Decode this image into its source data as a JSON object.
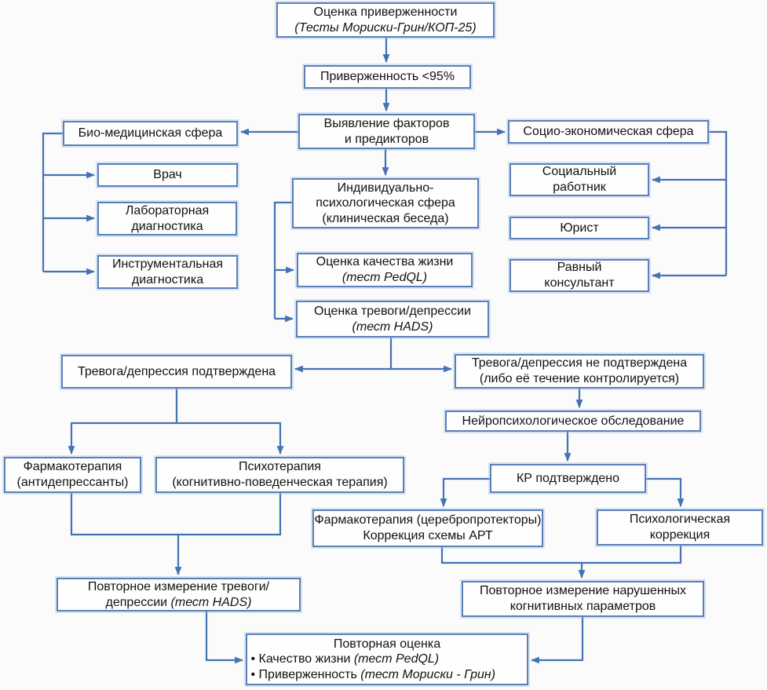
{
  "diagram": {
    "language": "ru",
    "colors": {
      "connector_blue": "#4472b4",
      "box_border_blue": "#5a80b8",
      "box_fill": "#fefefe",
      "text": "#111111",
      "background": "#fbfbfb"
    },
    "nodes": {
      "assess": {
        "line1": "Оценка приверженности",
        "line2": "(Тесты Мориски-Грин/КОП-25)"
      },
      "lt95": {
        "text": "Приверженность <95%"
      },
      "factors": {
        "line1": "Выявление факторов",
        "line2": "и предикторов"
      },
      "biomed": {
        "text": "Био-медицинская сфера"
      },
      "doctor": {
        "text": "Врач"
      },
      "lab": {
        "line1": "Лабораторная",
        "line2": "диагностика"
      },
      "instr": {
        "line1": "Инструментальная",
        "line2": "диагностика"
      },
      "socio": {
        "text": "Социо-экономическая сфера"
      },
      "socwork": {
        "line1": "Социальный",
        "line2": "работник"
      },
      "lawyer": {
        "text": "Юрист"
      },
      "peer": {
        "line1": "Равный",
        "line2": "консультант"
      },
      "indpsych": {
        "line1": "Индивидуально-",
        "line2": "психологическая сфера",
        "line3": "(клиническая беседа)"
      },
      "qol": {
        "line1": "Оценка качества жизни",
        "line2": "(тест PedQL)"
      },
      "anx": {
        "line1": "Оценка тревоги/депрессии",
        "line2": "(тест HADS)"
      },
      "anxyes": {
        "text": "Тревога/депрессия подтверждена"
      },
      "anxno": {
        "line1": "Тревога/депрессия не подтверждена",
        "line2": "(либо её течение контролируется)"
      },
      "pharmad": {
        "line1": "Фармакотерапия",
        "line2": "(антидепрессанты)"
      },
      "psyther": {
        "line1": "Психотерапия",
        "line2": "(когнитивно-поведенческая терапия)"
      },
      "neuro": {
        "text": "Нейропсихологическое обследование"
      },
      "kr": {
        "text": "КР подтверждено"
      },
      "pharmcer": {
        "line1": "Фармакотерапия (церебропротекторы)",
        "line2": "Коррекция схемы АРТ"
      },
      "psycorr": {
        "line1": "Психологическая",
        "line2": "коррекция"
      },
      "repanx": {
        "line1": "Повторное измерение тревоги/",
        "line2_normal": "депрессии ",
        "line2_italic": "(тест HADS)"
      },
      "repcog": {
        "line1": "Повторное измерение нарушенных",
        "line2": "когнитивных параметров"
      },
      "final": {
        "title": "Повторная оценка",
        "bullets": [
          {
            "normal": "• Качество жизни ",
            "italic": "(тест PedQL)"
          },
          {
            "normal": "• Приверженность ",
            "italic": "(тест Мориски - Грин)"
          }
        ]
      }
    }
  }
}
